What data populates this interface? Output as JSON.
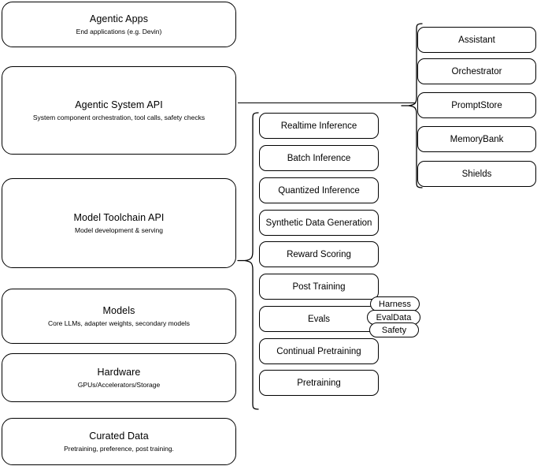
{
  "diagram": {
    "title": "Agentic stack layered architecture",
    "background_color": "#ffffff",
    "stroke_color": "#000000"
  },
  "stack_layers": [
    {
      "name": "agentic-apps",
      "title": "Agentic Apps",
      "subtitle": "End applications (e.g. Devin)"
    },
    {
      "name": "agentic-system-api",
      "title": "Agentic System API",
      "subtitle": "System component orchestration, tool calls, safety checks"
    },
    {
      "name": "model-toolchain-api",
      "title": "Model Toolchain API",
      "subtitle": "Model development & serving"
    },
    {
      "name": "models",
      "title": "Models",
      "subtitle": "Core LLMs, adapter weights, secondary models"
    },
    {
      "name": "hardware",
      "title": "Hardware",
      "subtitle": "GPUs/Accelerators/Storage"
    },
    {
      "name": "curated-data",
      "title": "Curated Data",
      "subtitle": "Pretraining, preference, post training."
    }
  ],
  "toolchain_components": [
    {
      "name": "realtime-inference",
      "label": "Realtime Inference"
    },
    {
      "name": "batch-inference",
      "label": "Batch Inference"
    },
    {
      "name": "quantized-inference",
      "label": "Quantized Inference"
    },
    {
      "name": "synthetic-data-generation",
      "label": "Synthetic Data Generation"
    },
    {
      "name": "reward-scoring",
      "label": "Reward Scoring"
    },
    {
      "name": "post-training",
      "label": "Post Training"
    },
    {
      "name": "evals",
      "label": "Evals"
    },
    {
      "name": "continual-pretraining",
      "label": "Continual Pretraining"
    },
    {
      "name": "pretraining",
      "label": "Pretraining"
    }
  ],
  "eval_pills": [
    {
      "name": "harness",
      "label": "Harness"
    },
    {
      "name": "evaldata",
      "label": "EvalData"
    },
    {
      "name": "safety",
      "label": "Safety"
    }
  ],
  "system_components": [
    {
      "name": "assistant",
      "label": "Assistant"
    },
    {
      "name": "orchestrator",
      "label": "Orchestrator"
    },
    {
      "name": "promptstore",
      "label": "PromptStore"
    },
    {
      "name": "memorybank",
      "label": "MemoryBank"
    },
    {
      "name": "shields",
      "label": "Shields"
    }
  ]
}
